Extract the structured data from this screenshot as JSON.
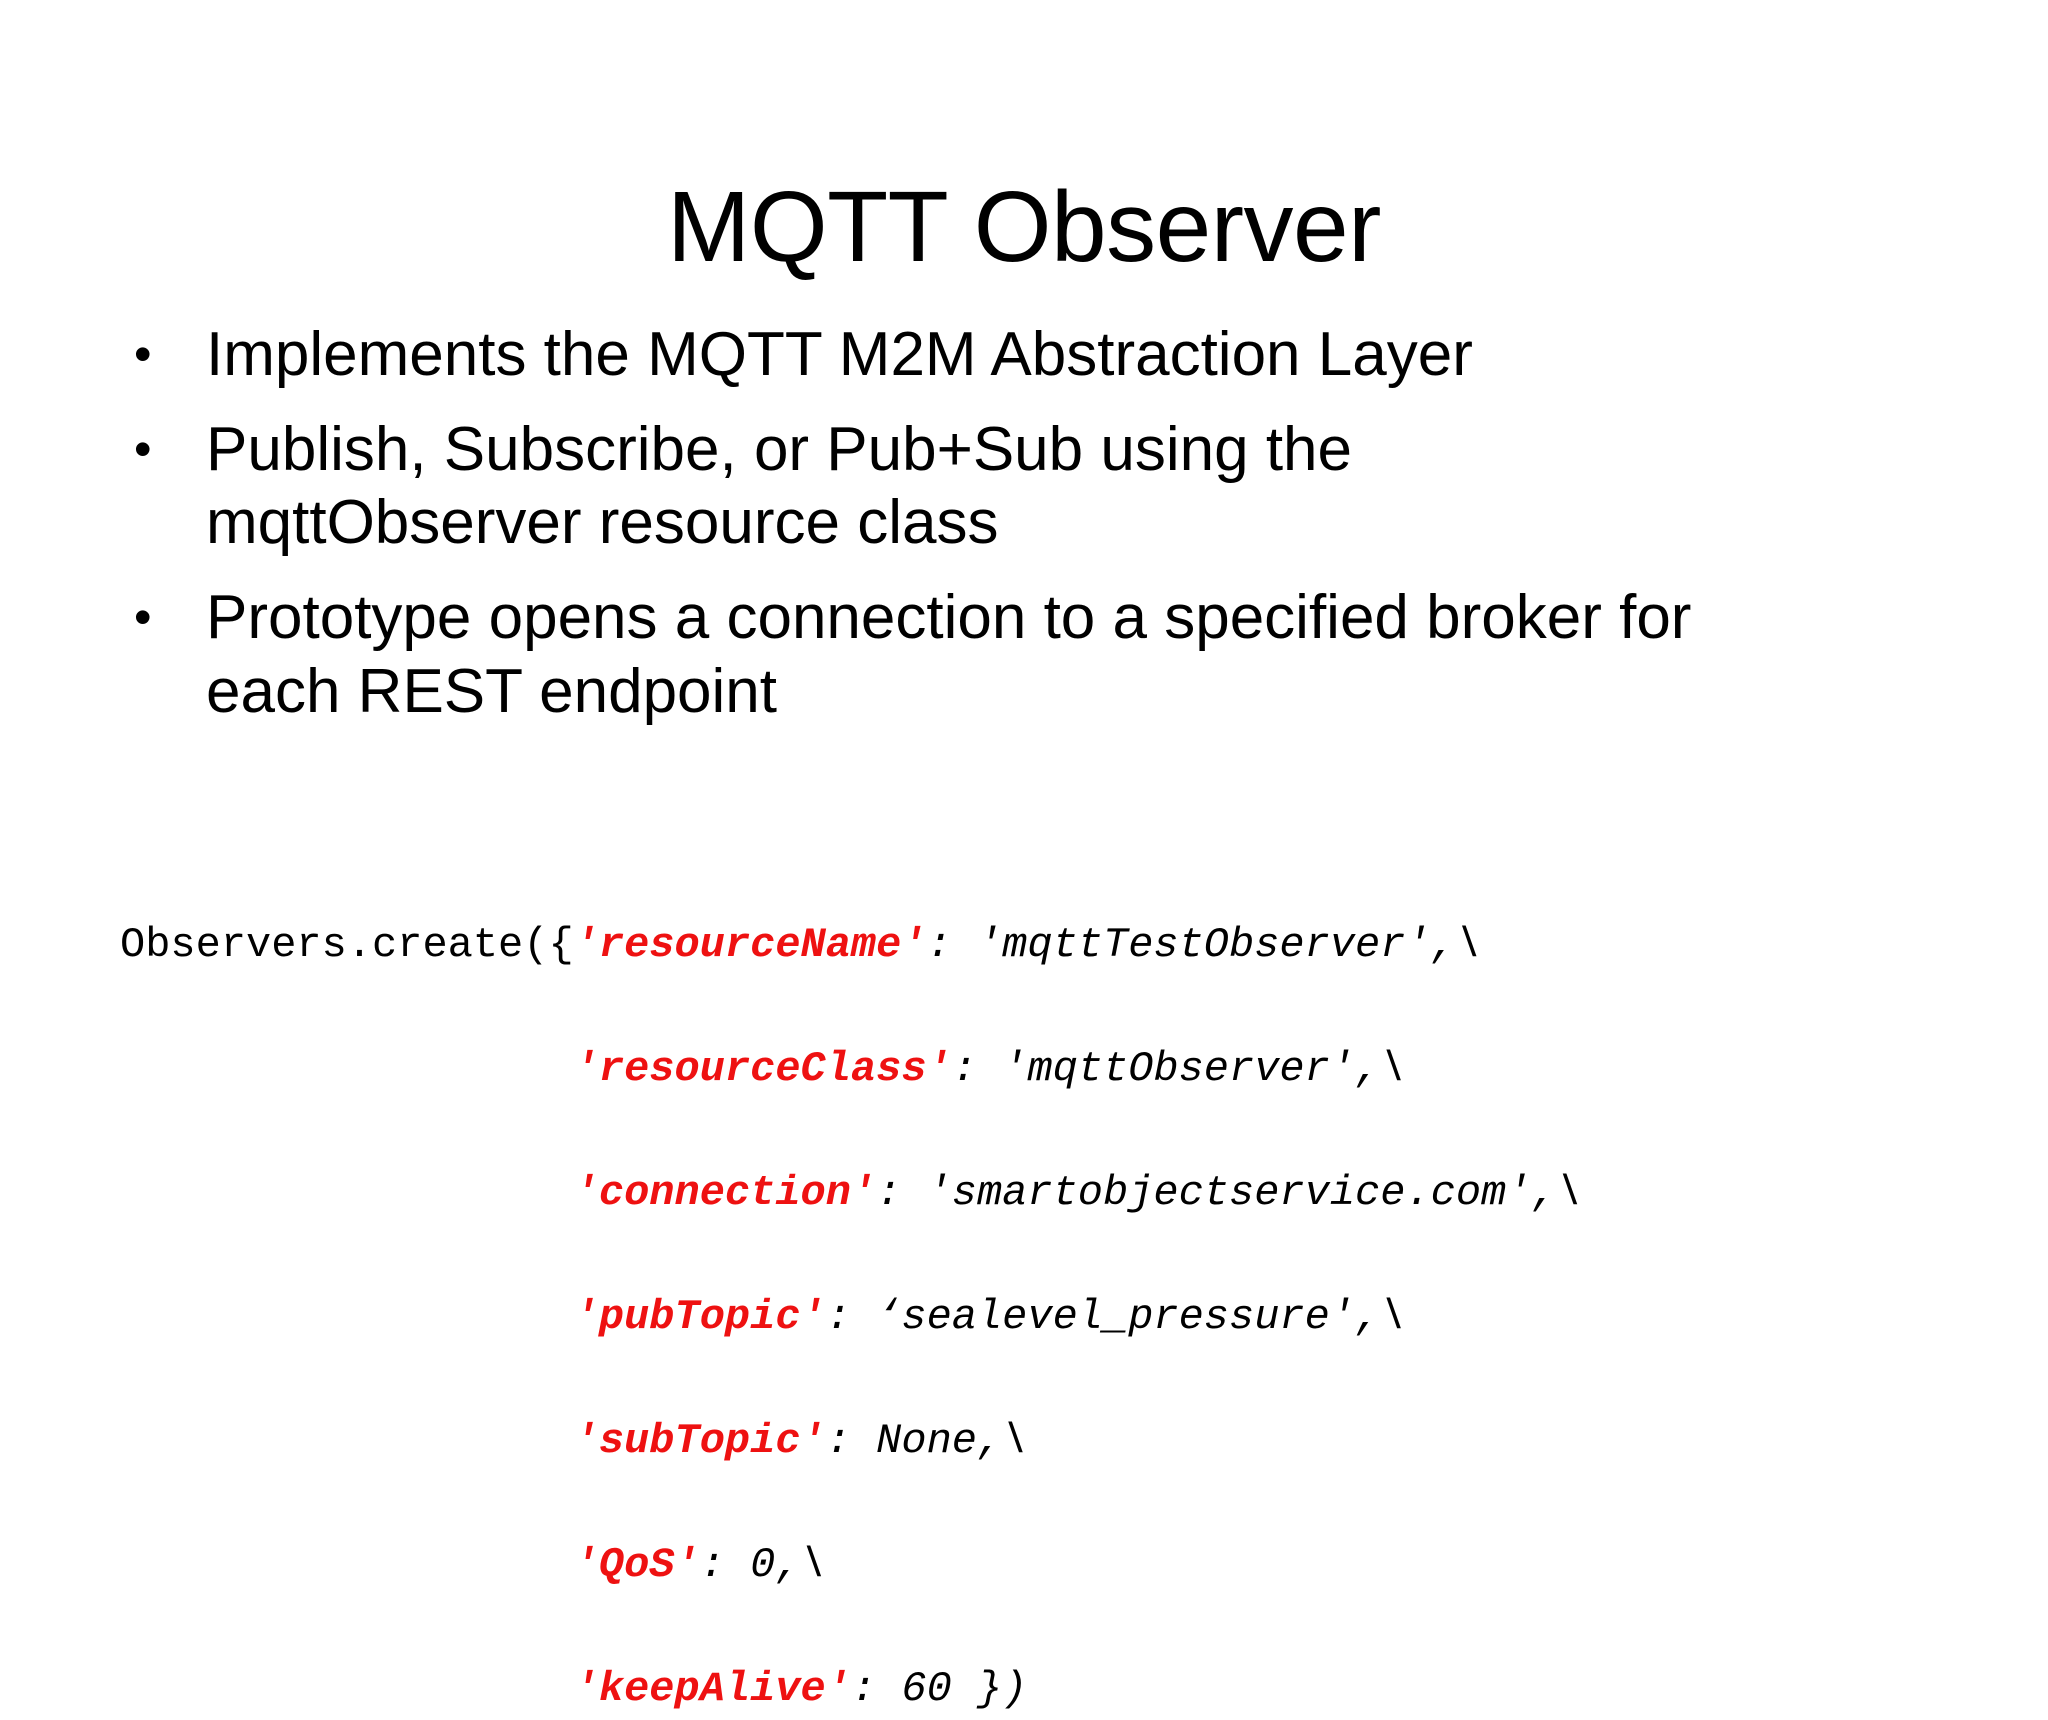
{
  "slide": {
    "title": "MQTT Observer",
    "bullets": [
      {
        "text": "Implements the MQTT M2M Abstraction Layer",
        "marker": "•"
      },
      {
        "text": "Publish, Subscribe, or Pub+Sub using the mqttObserver resource class",
        "marker": "•"
      },
      {
        "text": "Prototype opens a connection to a specified broker for each REST endpoint",
        "marker": "•"
      }
    ],
    "code": {
      "language": "python",
      "key_color": "#ee1111",
      "text_color": "#000000",
      "lines": [
        {
          "indent": "",
          "prefix": "Observers.create({",
          "key": "'resourceName'",
          "separator": ": ",
          "value": "'mqttTestObserver',\\"
        },
        {
          "indent": "                  ",
          "prefix": "",
          "key": "'resourceClass'",
          "separator": ": ",
          "value": "'mqttObserver',\\"
        },
        {
          "indent": "                  ",
          "prefix": "",
          "key": "'connection'",
          "separator": ": ",
          "value": "'smartobjectservice.com',\\"
        },
        {
          "indent": "                  ",
          "prefix": "",
          "key": "'pubTopic'",
          "separator": ": ",
          "value": "‘sealevel_pressure',\\"
        },
        {
          "indent": "                  ",
          "prefix": "",
          "key": "'subTopic'",
          "separator": ": ",
          "value": "None,\\"
        },
        {
          "indent": "                  ",
          "prefix": "",
          "key": "'QoS'",
          "separator": ": ",
          "value": "0,\\"
        },
        {
          "indent": "                  ",
          "prefix": "",
          "key": "'keepAlive'",
          "separator": ": ",
          "value": "60 })"
        }
      ]
    }
  }
}
